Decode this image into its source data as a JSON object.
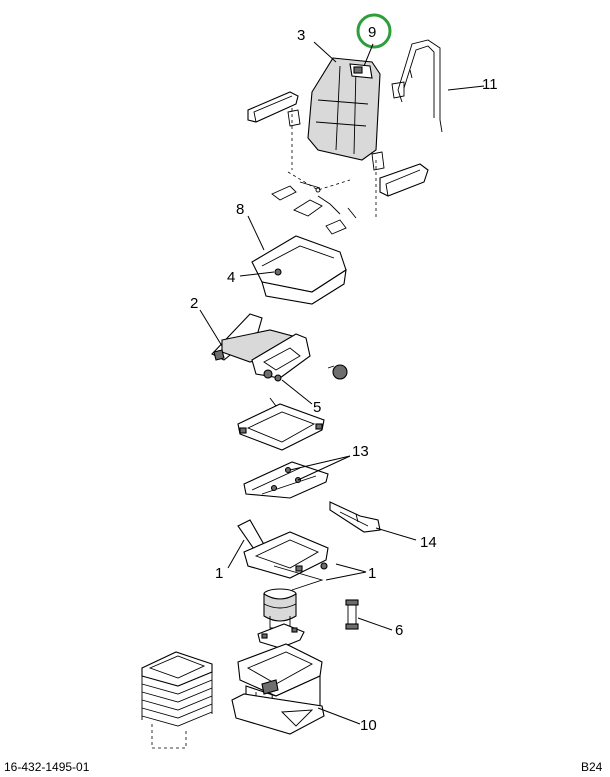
{
  "callouts": {
    "c1": "1",
    "c2": "2",
    "c3": "3",
    "c4": "4",
    "c5": "5",
    "c6": "6",
    "c8": "8",
    "c9": "9",
    "c10": "10",
    "c11": "11",
    "c13": "13",
    "c14": "14"
  },
  "footer": {
    "drawing_number": "16-432-1495-01",
    "page_code": "B24"
  },
  "colors": {
    "highlight_ring": "#2e9e3a",
    "line": "#000000",
    "fill_gray": "#d9d9d9"
  }
}
